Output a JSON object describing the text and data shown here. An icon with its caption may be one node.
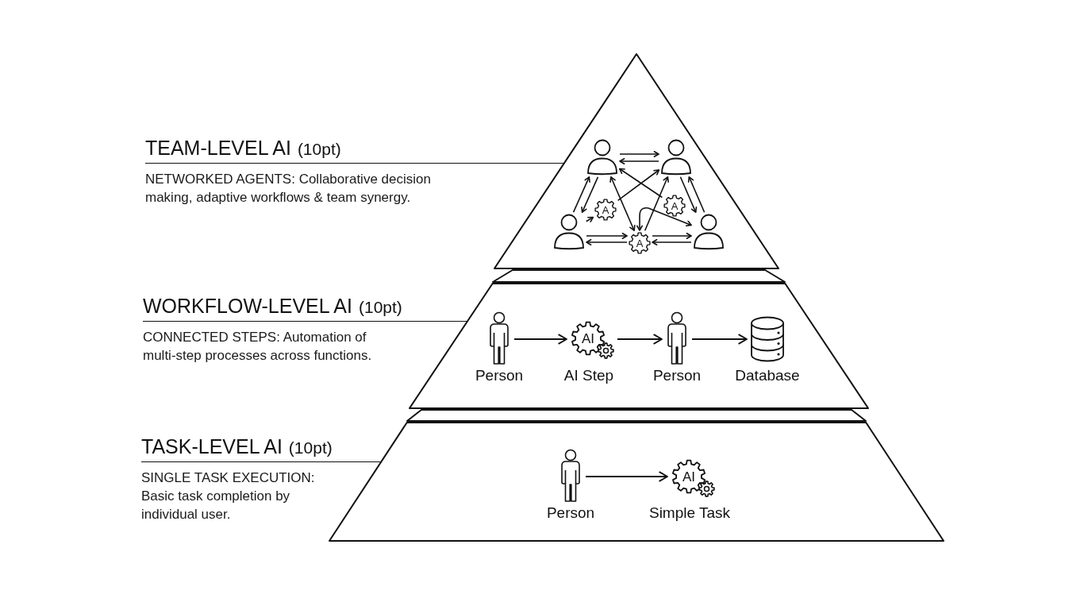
{
  "diagram": {
    "nodes": [
      {
        "text": [],
        "shape": "triangle"
      },
      {
        "text": [
          "TEAM-LEVEL AI",
          "(10pt)",
          "NETWORKED AGENTS: Collaborative decision making, adaptive workflows & team synergy."
        ]
      },
      {
        "text": [],
        "shape": "person",
        "in": 0
      },
      {
        "text": [],
        "shape": "person",
        "in": 0
      },
      {
        "text": [
          "A"
        ],
        "in": 0
      },
      {
        "text": [
          "A"
        ],
        "in": 0
      },
      {
        "text": [],
        "shape": "person",
        "in": 0
      },
      {
        "text": [
          "A"
        ],
        "in": 0
      },
      {
        "text": [],
        "shape": "person",
        "in": 0
      },
      {
        "text": [],
        "shape": "trapezoid"
      },
      {
        "text": [
          "WORKFLOW-LEVEL AI",
          "(10pt)",
          "CONNECTED STEPS: Automation of multi-step processes across functions."
        ]
      },
      {
        "text": [],
        "shape": "person",
        "in": 9,
        "beside": [
          "Person"
        ]
      },
      {
        "text": [
          "AI"
        ],
        "in": 9,
        "beside": [
          "AI Step"
        ]
      },
      {
        "text": [],
        "shape": "person",
        "in": 9,
        "beside": [
          "Person"
        ]
      },
      {
        "text": [],
        "shape": "cylinder",
        "in": 9,
        "beside": [
          "Database"
        ]
      },
      {
        "text": [],
        "shape": "trapezoid"
      },
      {
        "text": [
          "TASK-LEVEL AI",
          "(10pt)",
          "SINGLE TASK EXECUTION: Basic task completion by individual user."
        ]
      },
      {
        "text": [],
        "shape": "person",
        "in": 15,
        "beside": [
          "Person"
        ]
      },
      {
        "text": [
          "AI"
        ],
        "in": 15,
        "beside": [
          "Simple Task"
        ]
      },
      {
        "text": [],
        "shape": "band"
      },
      {
        "text": [],
        "shape": "band"
      }
    ],
    "edges": [
      {
        "from": 1,
        "to": 0,
        "arrow": "none"
      },
      {
        "from": 2,
        "to": 3,
        "arrow": "to"
      },
      {
        "from": 3,
        "to": 2,
        "arrow": "to"
      },
      {
        "from": 6,
        "to": 2,
        "arrow": "to"
      },
      {
        "from": 2,
        "to": 6,
        "arrow": "to"
      },
      {
        "from": 3,
        "to": 8,
        "arrow": "to"
      },
      {
        "from": 8,
        "to": 3,
        "arrow": "to"
      },
      {
        "from": 6,
        "to": 4,
        "arrow": "to"
      },
      {
        "from": 4,
        "to": 3,
        "arrow": "to"
      },
      {
        "from": 2,
        "to": 7,
        "arrow": "both"
      },
      {
        "from": 5,
        "to": 2,
        "arrow": "to"
      },
      {
        "from": 7,
        "to": 3,
        "arrow": "to"
      },
      {
        "from": 7,
        "to": 8,
        "arrow": "both"
      },
      {
        "from": 6,
        "to": 7,
        "arrow": "to"
      },
      {
        "from": 7,
        "to": 6,
        "arrow": "to"
      },
      {
        "from": 7,
        "to": 8,
        "arrow": "to"
      },
      {
        "from": 8,
        "to": 7,
        "arrow": "to"
      },
      {
        "from": 10,
        "to": 9,
        "arrow": "none"
      },
      {
        "from": 11,
        "to": 12,
        "arrow": "to"
      },
      {
        "from": 12,
        "to": 13,
        "arrow": "to"
      },
      {
        "from": 13,
        "to": 14,
        "arrow": "to"
      },
      {
        "from": 16,
        "to": 15,
        "arrow": "none"
      },
      {
        "from": 17,
        "to": 18,
        "arrow": "to"
      }
    ]
  }
}
